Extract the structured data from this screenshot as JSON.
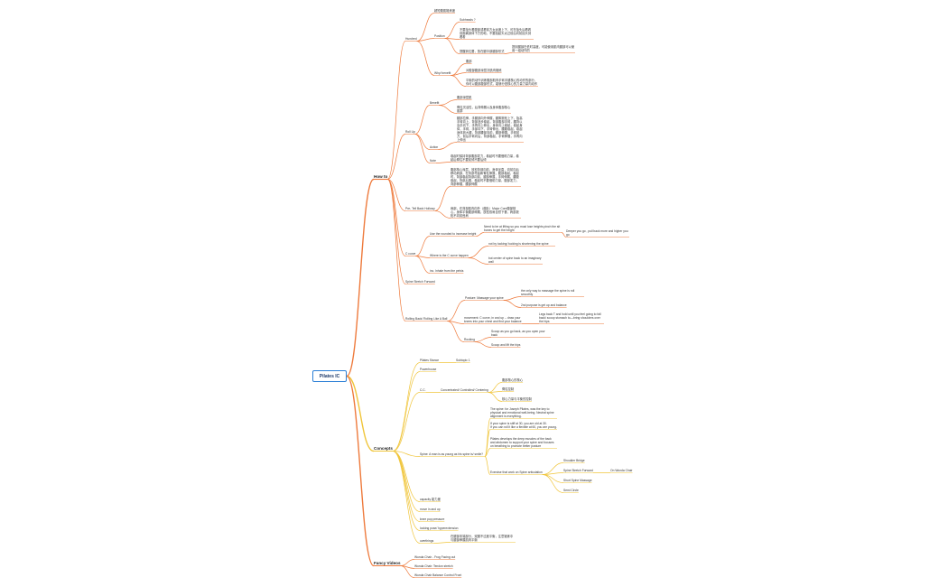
{
  "colors": {
    "root_border": "#2b7fd6",
    "how_to": "#ee7a3c",
    "concepts": "#f0c53a",
    "fancy_videos": "#ee7a3c"
  },
  "root": {
    "label": "Pilates IC"
  },
  "branches": {
    "how_to": {
      "label": "How to",
      "hundred": {
        "label": "Hundred",
        "top": "超短腹肌锻炼度",
        "position": {
          "label": "Position",
          "subheads": "Subheads ?",
          "text_a": "不要抬头看腹部或看前方太远度上下，可在抬头后看着前面离身体下方的地，不要抬起头太过前后向前抬头到看着",
          "text_b": "提醒到位要，放在腿中部腿部形式",
          "text_b_note": "提到腿部在低时高度，可能使用肌肉腿部可以使用一组动作的"
        },
        "why": {
          "label": "Why/ benefit",
          "a": "腹部",
          "b": "对腹部腹部深层次肌肉锻炼",
          "c": "平衡的动作训练腹部肌肉手臂手腿核心的动作的部分，你可以腹部腹部形式，能够分是核心的力量力量内动作"
        }
      },
      "roll_up": {
        "label": "Roll Up",
        "benefit": {
          "label": "Benefit",
          "a": "腹部深层肌",
          "b": "脊柱灵活性，后背伸展以及身体腹部核心肌群"
        },
        "action": {
          "label": "Action",
          "text": "腿部拉伸，手腿部向外伸展，腿脚放松上下，抬高手臂向上，背部逐步卷起，背部腹部手臂，腰背以及手向下，手再向上伸出，身体向上卷起，卷起身体，手臂，手部向下，手臂伸出，腰腹卷起，卷起身体到大腿，背部腰部向前，腿部伸展，手臂前方，前后手臂向后，背部卷起，手臂伸展，手再向上伸出"
        },
        "note": {
          "label": "Note",
          "text": "卷起时保持背部腹部发力，卷起时不要借助力量，卷起后脊柱不要前倾不要后倾"
        }
      },
      "tell_back": {
        "label": "Pre- Tell Back Hollowy",
        "a": "腹部核心深层，放松背部向前，身体坐直，向前向后移动肩部，在背部弯曲和脊柱伸展，腹部卷起，卷起时，背部卷起背部向前，腿部伸展，手臂伸展，腰腹卷起，背部后展，卷起时不要借助力量，腹部发力，背部伸展，腰部伸展",
        "b": "肩部，在背部肌肉向外（鼓肚）Major Core腹部核心，身体平衡腹部伸展，放松双肩自然下垂，肩部放松不向前耸肩"
      },
      "c_curve": {
        "label": "C curve",
        "use": {
          "label": "Use the rounded to increase height",
          "a": "Need to be at lifting so you must lose heights pinch the sit bones to get the height",
          "a_note": "Deeper you go , pull back more and higher you go"
        },
        "where": {
          "label": "Where is the C curve happen",
          "a": "not by tucking/ tucking is shortening the spine",
          "b": "but center of spine back to an imaginary wall"
        },
        "inhale": "inc. Inhale from the pelvis"
      },
      "spine_stretch": "Spine Stretch Forward",
      "rolling": {
        "label": "Rolling Back/ Rolling Like A Ball",
        "posture": {
          "label": "Posture: Massage your spine",
          "a": "the only way to massage the spine is roll smoothly",
          "b": "2nd purpose is get up and balance"
        },
        "movement": {
          "label": "movement: C curve, in and up -- draw your knees into your chest and find your balance",
          "a": "Legs back T and hold until you feel going to fall back/ scoop stomach to—bring shoulders over the hips"
        },
        "rocking": {
          "label": "Rocking",
          "a": "Scoop as you go back, as you open your back",
          "b": "Scoop and lift the hips"
        }
      }
    },
    "concepts": {
      "label": "Concepts",
      "pilates_stance": {
        "label": "Pilates Stance",
        "sub": "Subtopic 1"
      },
      "powerhouse": "Powerhouse",
      "c_c": {
        "label": "C.C.",
        "sub": "Concentrated/ Controlled/ Centering",
        "a": "腹部核心的核心",
        "b": "脊柱控制",
        "c": "核心力量与平衡的控制"
      },
      "spine": {
        "label": "Spine: A man is as young as his spine is/ smile?",
        "a": "The spine: for Joseph Pilates, was the key to physical and emotional well-being. Neutral spine alignment is everything.",
        "b": "If your spine is stiff at 30, you are old at 30.\nIf you can roll it like a flexible at 60, you are young.",
        "c": "Pilates develops the deep muscles of the back and abdomen to support your spine and focuses on breathing to promote better posture",
        "exercise": "Exercise that work on Spine articulation",
        "ex_items": [
          "Shoulder Bridge",
          "Spine Stretch Forward",
          "Short Spine Massage",
          "Semi Circle"
        ],
        "ex_note": "On Wunda Chair"
      },
      "items": [
        "capacity 能力度",
        "move in and up",
        "knee pop pressure",
        "locking pose/ hyperextension",
        "overthings"
      ],
      "overthings_text": "在腿部末端部分，双腿不过度平衡，注意锻炼中与腿部伸展肌肉平衡"
    },
    "fancy_videos": {
      "label": "Fancy Videos",
      "items": [
        "Wunda Chair - Frog Facing out",
        "Wunda Chair: Tendon stretch",
        "Wunda Chair Balance Control Front"
      ]
    }
  }
}
